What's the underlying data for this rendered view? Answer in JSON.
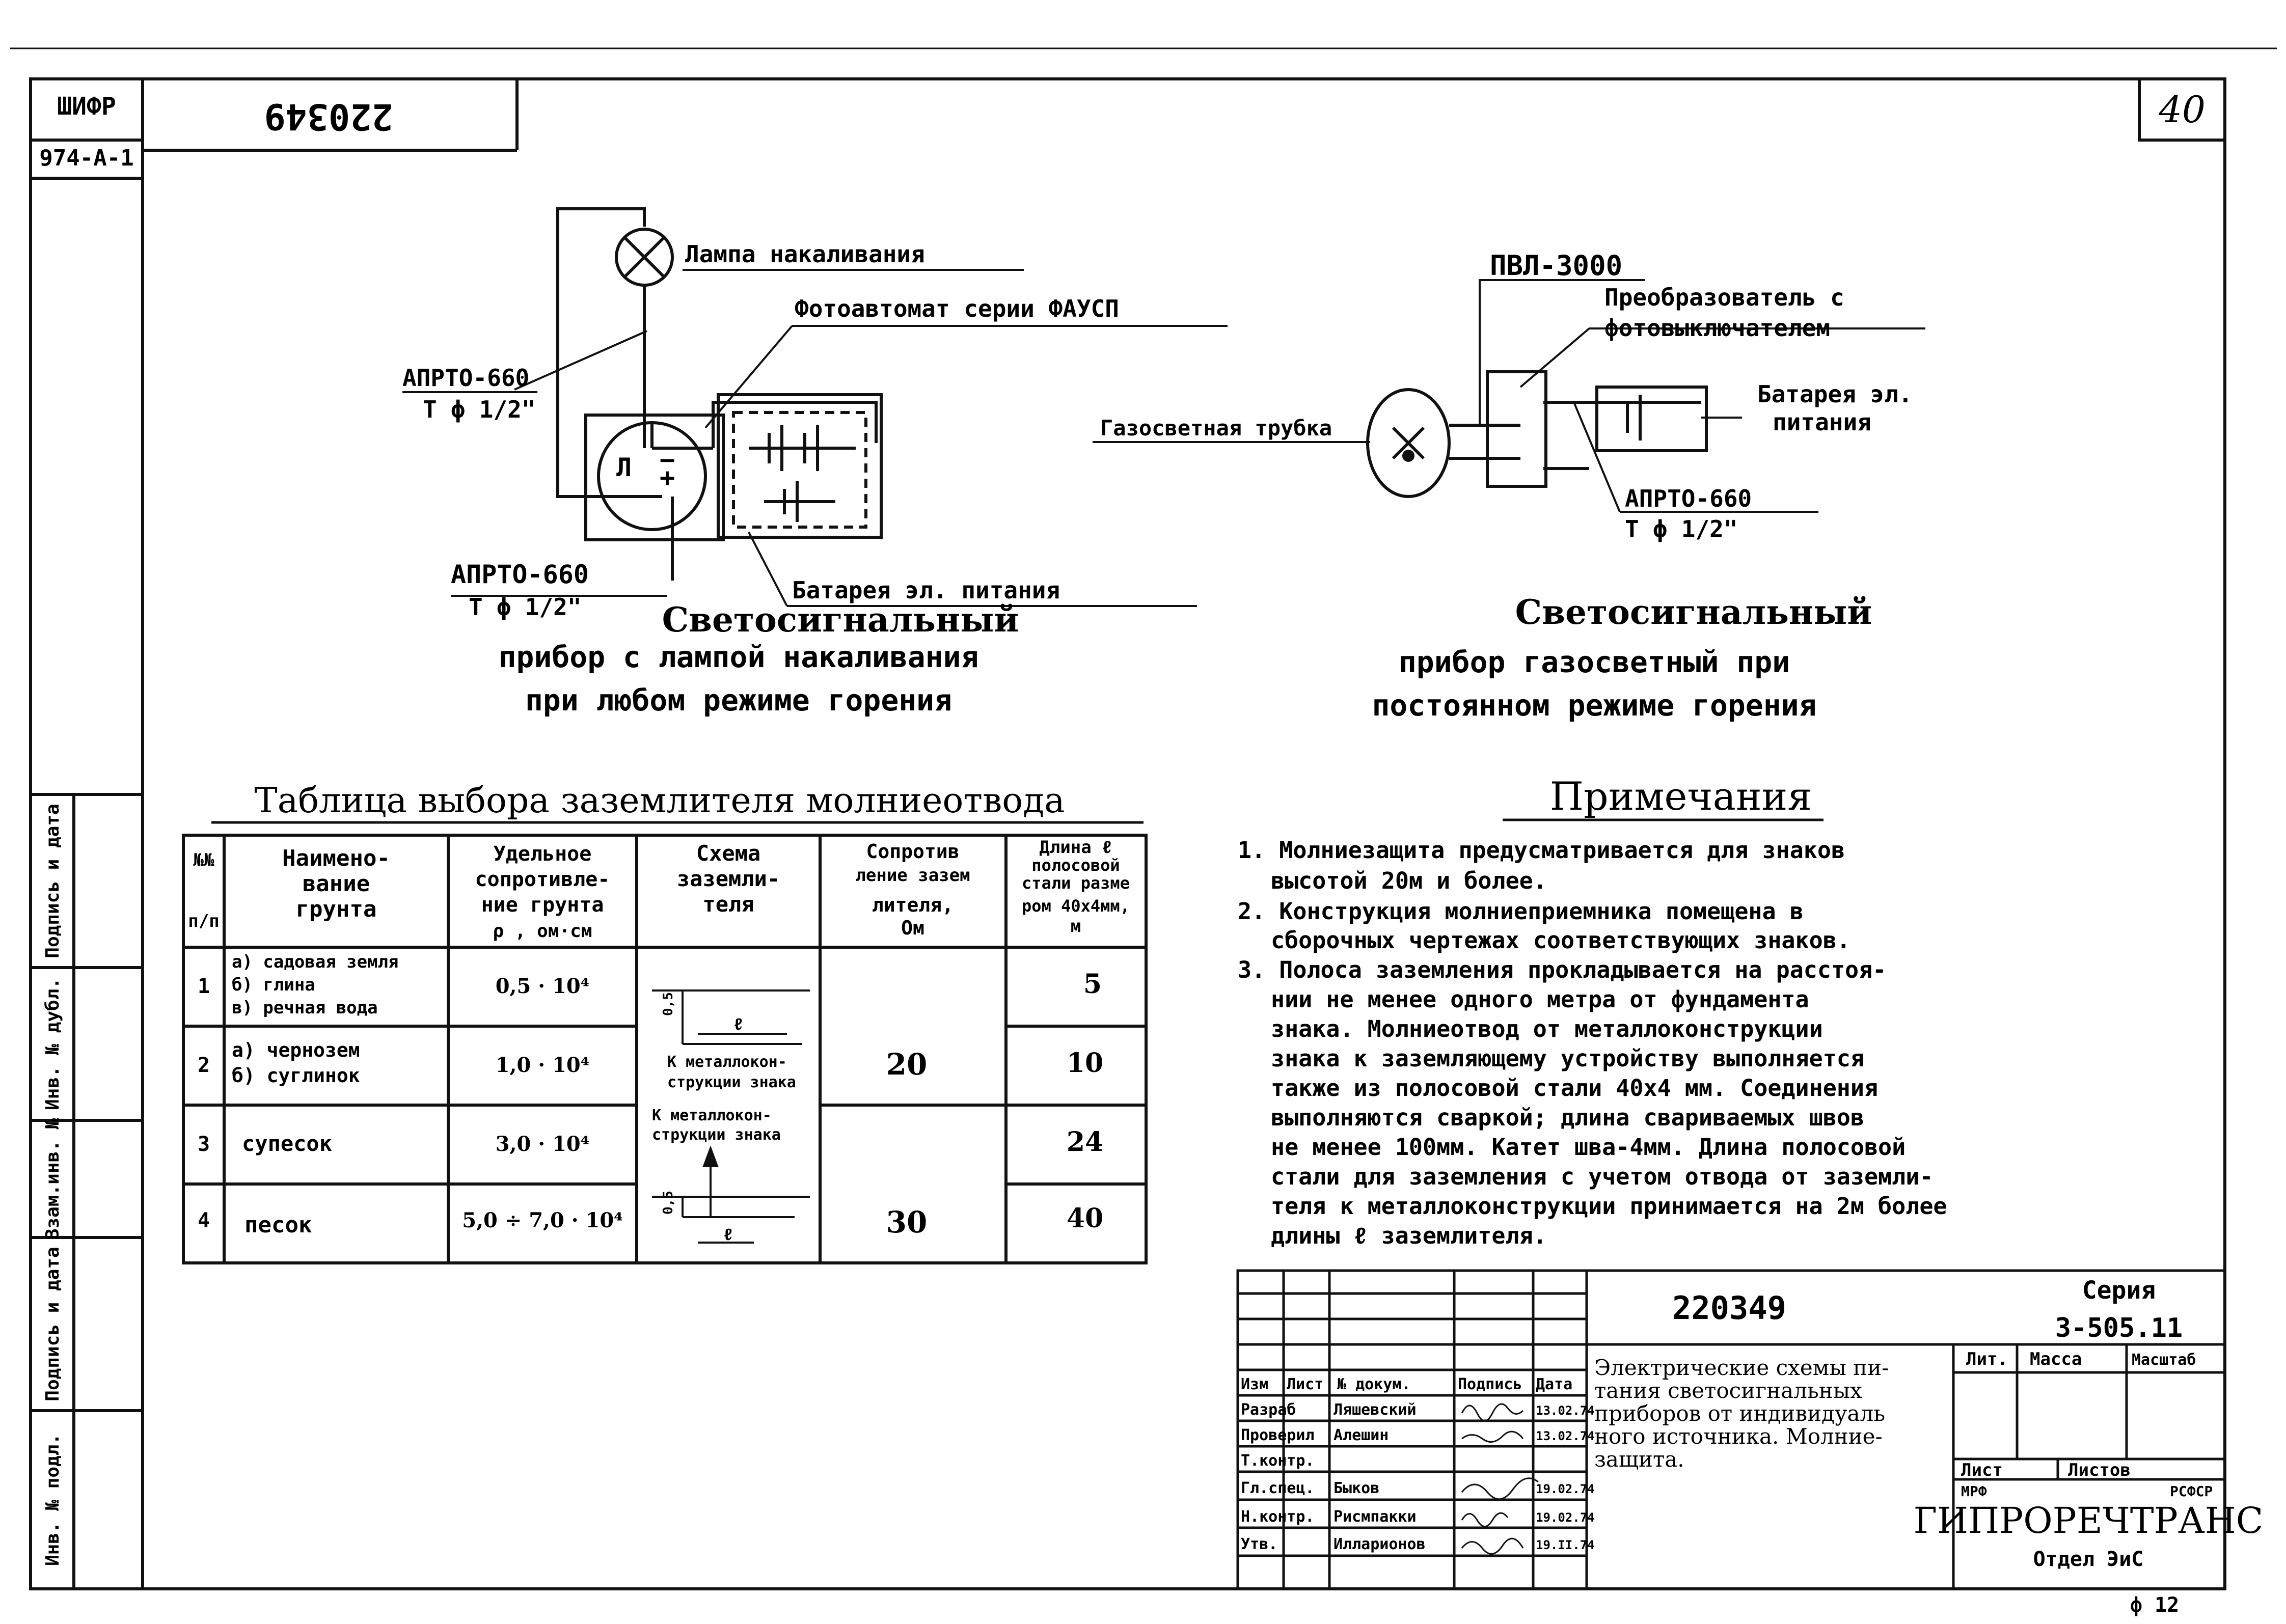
{
  "stamp": {
    "shifr_label": "ШИФР",
    "shifr_value": "974-А-1",
    "top_number": "220349",
    "sheet_number": "40",
    "side_labels": [
      "Инв. № подл.",
      "Подпись и дата",
      "Взам.инв. №",
      "Инв. № дубл.",
      "Подпись и дата"
    ]
  },
  "diagram_left": {
    "lamp_label": "Лампа накаливания",
    "photo_label": "Фотоавтомат серии ФАУСП",
    "aprto_top_a": "АПРТО-660",
    "aprto_top_b": "Т ϕ 1/2\"",
    "aprto_bot_a": "АПРТО-660",
    "aprto_bot_b": "Т ϕ 1/2\"",
    "battery_label": "Батарея эл. питания",
    "socket_l": "Л",
    "socket_minus": "−",
    "socket_plus": "+",
    "caption": [
      "Светосигнальный",
      "прибор с лампой накаливания",
      "при любом режиме горения"
    ]
  },
  "diagram_right": {
    "pvl_label": "ПВЛ-3000",
    "converter_a": "Преобразователь с",
    "converter_b": "фотовыключателем",
    "gas_tube_label": "Газосветная трубка",
    "battery_a": "Батарея эл.",
    "battery_b": "питания",
    "aprto_a": "АПРТО-660",
    "aprto_b": "Т ϕ 1/2\"",
    "caption": [
      "Светосигнальный",
      "прибор газосветный при",
      "постоянном режиме горения"
    ]
  },
  "table": {
    "title": "Таблица выбора заземлителя молниеотвода",
    "headers": [
      [
        "№№",
        "п/п"
      ],
      [
        "Наимено-",
        "вание",
        "грунта"
      ],
      [
        "Удельное",
        "сопротивле-",
        "ние грунта",
        "ρ , ом·см"
      ],
      [
        "Схема",
        "заземли-",
        "теля"
      ],
      [
        "Сопротив",
        "ление зазем",
        "лителя,",
        "Ом"
      ],
      [
        "Длина ℓ",
        "полосовой",
        "стали разме",
        "ром 40х4мм,",
        "м"
      ]
    ],
    "rows": [
      {
        "n": "1",
        "soil": [
          "а) садовая земля",
          "б) глина",
          "в) речная вода"
        ],
        "rho": "0,5 · 10⁴",
        "len": "5"
      },
      {
        "n": "2",
        "soil": [
          "а) чернозем",
          "б) суглинок"
        ],
        "rho": "1,0 · 10⁴",
        "len": "10"
      },
      {
        "n": "3",
        "soil": [
          "супесок"
        ],
        "rho": "3,0 · 10⁴",
        "len": "24"
      },
      {
        "n": "4",
        "soil": [
          "песок"
        ],
        "rho": "5,0 ÷ 7,0 · 10⁴",
        "len": "40"
      }
    ],
    "resistance_a": "20",
    "resistance_b": "30",
    "scheme_dim_a": "0,5",
    "scheme_dim_b": "0,5",
    "scheme_len": "ℓ",
    "scheme_note_a": [
      "К металлокон-",
      "струкции знака"
    ],
    "scheme_note_b": [
      "К металлокон-",
      "струкции знака"
    ]
  },
  "notes": {
    "title": "Примечания",
    "lines": [
      "1. Молниезащита предусматривается для знаков",
      "высотой 20м и более.",
      "2. Конструкция молниеприемника помещена в",
      "сборочных чертежах соответствующих знаков.",
      "3. Полоса заземления прокладывается на расстоя-",
      "нии не менее одного метра от фундамента",
      "знака. Молниеотвод от металлоконструкции",
      "знака к заземляющему устройству выполняется",
      "также из полосовой стали 40х4 мм. Соединения",
      "выполняются сваркой; длина свариваемых швов",
      "не менее 100мм. Катет шва-4мм. Длина полосовой",
      "стали для заземления с учетом отвода от заземли-",
      "теля к металлоконструкции принимается на 2м более",
      "длины ℓ заземлителя."
    ]
  },
  "title_block": {
    "doc_number": "220349",
    "series_label": "Серия",
    "series_value": "3-505.11",
    "description": [
      "Электрические схемы пи-",
      "тания светосигнальных",
      "приборов от индивидуаль",
      "ного источника. Молние-",
      "защита."
    ],
    "col_headers": [
      "Изм",
      "Лист",
      "№ докум.",
      "Подпись",
      "Дата"
    ],
    "people": [
      {
        "role": "Разраб",
        "name": "Ляшевский",
        "date": "13.02.74"
      },
      {
        "role": "Проверил",
        "name": "Алешин",
        "date": "13.02.74"
      },
      {
        "role": "Т.контр.",
        "name": "",
        "date": ""
      },
      {
        "role": "Гл.спец.",
        "name": "Быков",
        "date": "19.02.74"
      },
      {
        "role": "Н.контр.",
        "name": "Рисмпакки",
        "date": "19.02.74"
      },
      {
        "role": "Утв.",
        "name": "Илларионов",
        "date": "19.II.74"
      }
    ],
    "lit_label": "Лит.",
    "mass_label": "Масса",
    "scale_label": "Масштаб",
    "sheet_label": "Лист",
    "sheets_label": "Листов",
    "mrf": "МРФ",
    "ref": "РСФСР",
    "org": "ГИПРОРЕЧТРАНС",
    "dept": "Отдел ЭиС",
    "format": "ф 12"
  }
}
